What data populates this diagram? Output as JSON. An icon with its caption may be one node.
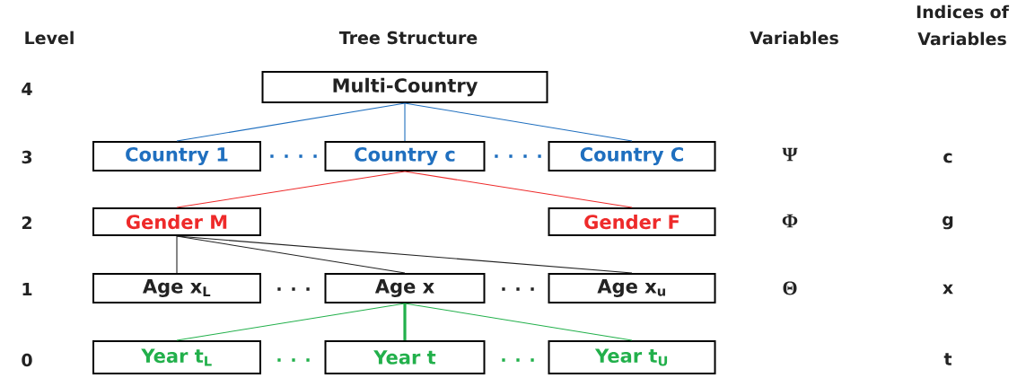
{
  "diagram": {
    "nodes": [
      {
        "text": [
          "Multi-Country"
        ]
      },
      {
        "text": [
          "Country 1"
        ]
      },
      {
        "text": [
          "Country c"
        ]
      },
      {
        "text": [
          "Country C"
        ]
      },
      {
        "text": [
          "Gender M"
        ]
      },
      {
        "text": [
          "Gender F"
        ]
      },
      {
        "text": [
          "Age x$_{L}$"
        ]
      },
      {
        "text": [
          "Age x"
        ]
      },
      {
        "text": [
          "Age x$_{u}$"
        ]
      },
      {
        "text": [
          "Year t$_{L}$"
        ]
      },
      {
        "text": [
          "Year t"
        ]
      },
      {
        "text": [
          "Year t$_{U}$"
        ]
      }
    ],
    "edges": [
      {
        "from": 0,
        "to": 1,
        "arrow": "none",
        "color": "#1f6fbf"
      },
      {
        "from": 0,
        "to": 2,
        "arrow": "none",
        "color": "#1f6fbf"
      },
      {
        "from": 0,
        "to": 3,
        "arrow": "none",
        "color": "#1f6fbf"
      },
      {
        "from": 2,
        "to": 4,
        "arrow": "none",
        "color": "#ee2a2a"
      },
      {
        "from": 2,
        "to": 5,
        "arrow": "none",
        "color": "#ee2a2a"
      },
      {
        "from": 4,
        "to": 6,
        "arrow": "none",
        "color": "#222222"
      },
      {
        "from": 4,
        "to": 7,
        "arrow": "none",
        "color": "#222222"
      },
      {
        "from": 4,
        "to": 8,
        "arrow": "none",
        "color": "#222222"
      },
      {
        "from": 7,
        "to": 9,
        "arrow": "none",
        "color": "#22b04b"
      },
      {
        "from": 7,
        "to": 10,
        "arrow": "none",
        "color": "#22b04b",
        "style": "thick"
      },
      {
        "from": 7,
        "to": 11,
        "arrow": "none",
        "color": "#22b04b"
      }
    ],
    "labels": [
      "Level",
      "Tree Structure",
      "Variables",
      "Indices of Variables",
      "4",
      "3",
      ". . . .",
      ". . . .",
      "Ψ",
      "c",
      "2",
      "Φ",
      "g",
      "1",
      ". . .",
      ". . .",
      "Θ",
      "x",
      "0",
      ". . .",
      ". . .",
      "t"
    ]
  }
}
